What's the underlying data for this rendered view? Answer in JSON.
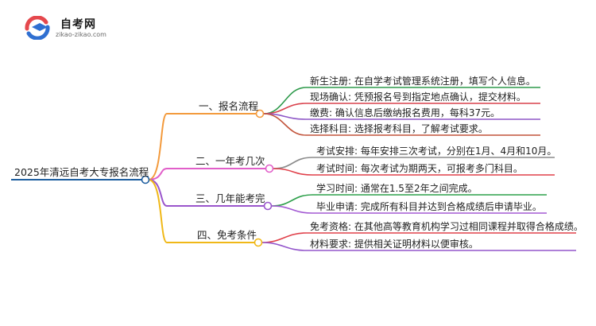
{
  "site": {
    "name": "自考网",
    "domain": "zikao-zikao.com",
    "colors": {
      "red": "#e5484d",
      "blue": "#2f6fd1"
    }
  },
  "root": {
    "label": "2025年清远自考大专报名流程",
    "color": "#1f5fa0"
  },
  "branches": [
    {
      "label": "一、报名流程",
      "color": "#f39a3c",
      "leaves": [
        {
          "text": "新生注册: 在自学考试管理系统注册，填写个人信息。",
          "color": "#2e9a4b"
        },
        {
          "text": "现场确认: 凭预报名号到指定地点确认，提交材料。",
          "color": "#d9414b"
        },
        {
          "text": "缴费: 确认信息后缴纳报名费用，每科37元。",
          "color": "#8e57c7"
        },
        {
          "text": "选择科目: 选择报考科目，了解考试要求。",
          "color": "#c2533a"
        }
      ]
    },
    {
      "label": "二、一年考几次",
      "color": "#e15fc9",
      "leaves": [
        {
          "text": "考试安排: 每年安排三次考试，分别在1月、4月和10月。",
          "color": "#8a8a8a"
        },
        {
          "text": "考试时间: 每次考试为期两天，可报考多门科目。",
          "color": "#e0404a"
        }
      ]
    },
    {
      "label": "三、几年能考完",
      "color": "#9a55cc",
      "leaves": [
        {
          "text": "学习时间: 通常在1.5至2年之间完成。",
          "color": "#2ea04b"
        },
        {
          "text": "毕业申请: 完成所有科目并达到合格成绩后申请毕业。",
          "color": "#a35ad3"
        }
      ]
    },
    {
      "label": "四、免考条件",
      "color": "#f0b818",
      "leaves": [
        {
          "text": "免考资格: 在其他高等教育机构学习过相同课程并取得合格成绩。",
          "color": "#e0404a"
        },
        {
          "text": "材料要求: 提供相关证明材料以便审核。",
          "color": "#9457cc"
        }
      ]
    }
  ]
}
